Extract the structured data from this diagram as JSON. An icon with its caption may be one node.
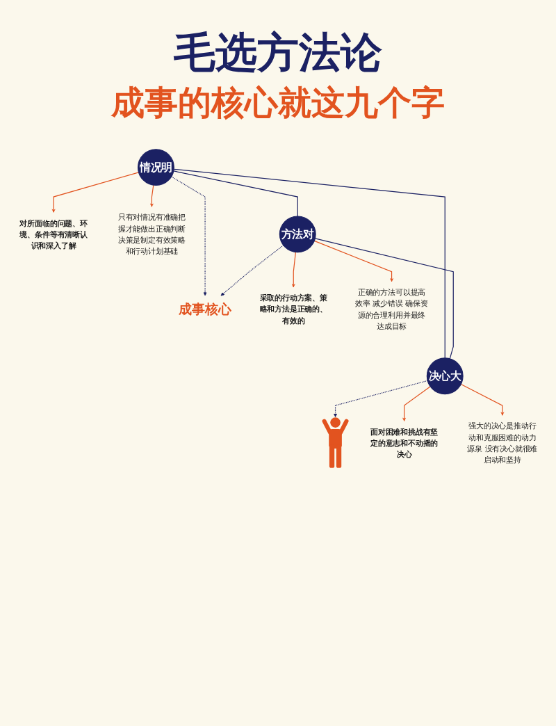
{
  "diagram": {
    "title": "毛选方法论",
    "nodes": [
      {
        "text": [
          "对所面临的问题、环境、条件等有清晰认识和深入了解"
        ]
      },
      {
        "text": [
          "采取的行动方案、策略和方法是正确的、有效的"
        ]
      },
      {
        "text": [
          "情况明"
        ]
      },
      {
        "text": [
          "方法对"
        ]
      },
      {
        "text": [
          "成事核心"
        ]
      },
      {
        "text": [
          "只有对情况有准确把握才能做出正确判断决策是制定有效策略和行动计划基础"
        ]
      },
      {
        "text": [
          "正确的方法可以提高效率 减少错误 确保资源的合理利用并最终达成目标"
        ]
      },
      {
        "text": [],
        "shape": "person"
      },
      {
        "text": [
          "面对困难和挑战有坚定的意志和不动摇的决心"
        ]
      },
      {
        "text": [
          "决心大"
        ]
      },
      {
        "text": [
          "强大的决心是推动行动和克服困难的动力源泉 没有决心就很难启动和坚持"
        ]
      }
    ],
    "edges": [
      {
        "from": 2,
        "to": 3,
        "arrow": "none"
      },
      {
        "from": 2,
        "to": 9,
        "arrow": "none"
      },
      {
        "from": 3,
        "to": 9,
        "arrow": "none"
      },
      {
        "from": 2,
        "to": 4,
        "arrow": "to",
        "style": "dashed"
      },
      {
        "from": 3,
        "to": 4,
        "arrow": "to",
        "style": "dashed"
      },
      {
        "from": 9,
        "to": 7,
        "arrow": "to",
        "style": "dashed"
      },
      {
        "from": 2,
        "to": 0,
        "arrow": "to",
        "color": "#e2531f"
      },
      {
        "from": 2,
        "to": 5,
        "arrow": "to",
        "color": "#e2531f"
      },
      {
        "from": 3,
        "to": 1,
        "arrow": "to",
        "color": "#e2531f"
      },
      {
        "from": 3,
        "to": 6,
        "arrow": "to",
        "color": "#e2531f"
      },
      {
        "from": 9,
        "to": 8,
        "arrow": "to",
        "color": "#e2531f"
      },
      {
        "from": 9,
        "to": 10,
        "arrow": "to",
        "color": "#e2531f"
      }
    ],
    "labels": [
      "成事的核心就这九个字"
    ]
  }
}
